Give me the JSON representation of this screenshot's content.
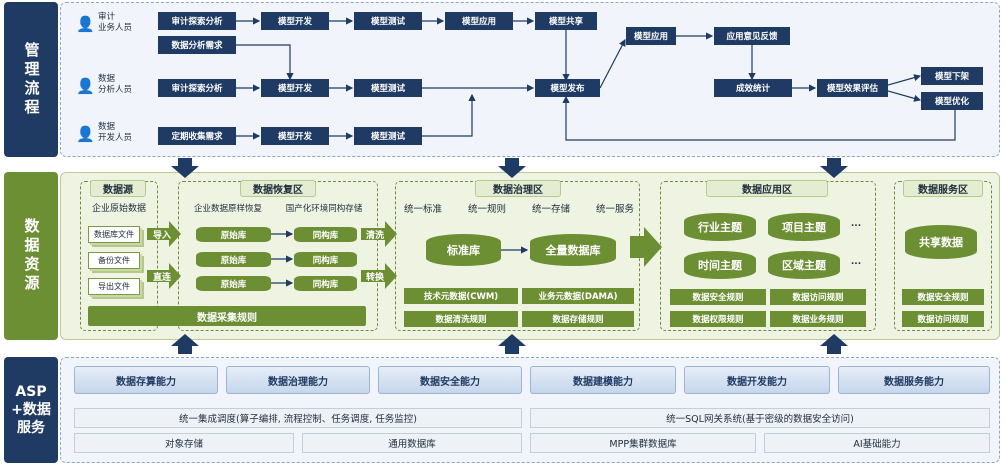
{
  "sections": {
    "management": "管理流程",
    "resources": "数据资源",
    "services": "ASP+数据服务"
  },
  "roles": [
    {
      "line1": "审计",
      "line2": "业务人员"
    },
    {
      "line1": "数据",
      "line2": "分析人员"
    },
    {
      "line1": "数据",
      "line2": "开发人员"
    }
  ],
  "flow": {
    "row1": [
      "审计探索分析",
      "模型开发",
      "模型测试",
      "模型应用",
      "模型共享"
    ],
    "row1b": "数据分析需求",
    "row2": [
      "审计探索分析",
      "模型开发",
      "模型测试",
      "模型发布"
    ],
    "row3": [
      "定期收集需求",
      "模型开发",
      "模型测试"
    ],
    "right": {
      "apply": "模型应用",
      "feedback": "应用意见反馈",
      "stats": "成效统计",
      "evaluate": "模型效果评估",
      "offline": "模型下架",
      "optimize": "模型优化"
    }
  },
  "source": {
    "title": "数据源",
    "subtitle": "企业原始数据",
    "files": [
      "数据库文件",
      "备份文件",
      "导出文件"
    ],
    "import_label": "导入",
    "direct_label": "直连"
  },
  "recovery": {
    "title": "数据恢复区",
    "left_caption": "企业数据原样恢复",
    "right_caption": "国产化环境同构存储",
    "raw": [
      "原始库",
      "原始库",
      "原始库"
    ],
    "iso": [
      "同构库",
      "同构库",
      "同构库"
    ],
    "clean_label": "清洗",
    "convert_label": "转换",
    "footer": "数据采集规则"
  },
  "governance": {
    "title": "数据治理区",
    "tagline": [
      "统一标准",
      "统一规则",
      "统一存储",
      "统一服务"
    ],
    "std_db": "标准库",
    "full_db": "全量数据库",
    "tech_meta": "技术元数据(CWM)",
    "biz_meta": "业务元数据(DAMA)",
    "clean_rules": "数据清洗规则",
    "store_rules": "数据存储规则"
  },
  "application": {
    "title": "数据应用区",
    "themes": [
      "行业主题",
      "项目主题",
      "时间主题",
      "区域主题"
    ],
    "ellipsis": "...",
    "rules": [
      "数据安全规则",
      "数据访问规则",
      "数据权限规则",
      "数据业务规则"
    ]
  },
  "service_zone": {
    "title": "数据服务区",
    "shared": "共享数据",
    "rules": [
      "数据安全规则",
      "数据访问规则"
    ]
  },
  "capabilities": [
    "数据存算能力",
    "数据治理能力",
    "数据安全能力",
    "数据建模能力",
    "数据开发能力",
    "数据服务能力"
  ],
  "platform": {
    "scheduling": "统一集成调度(算子编排, 流程控制、任务调度, 任务监控)",
    "gateway": "统一SQL网关系统(基于密级的数据安全访问)",
    "bottom": [
      "对象存储",
      "通用数据库",
      "MPP集群数据库",
      "AI基础能力"
    ]
  },
  "colors": {
    "navy": "#1f3a63",
    "green": "#6d8f34",
    "light_green_bg": "#eef3e2",
    "light_blue_bg": "#f1f5fb"
  }
}
